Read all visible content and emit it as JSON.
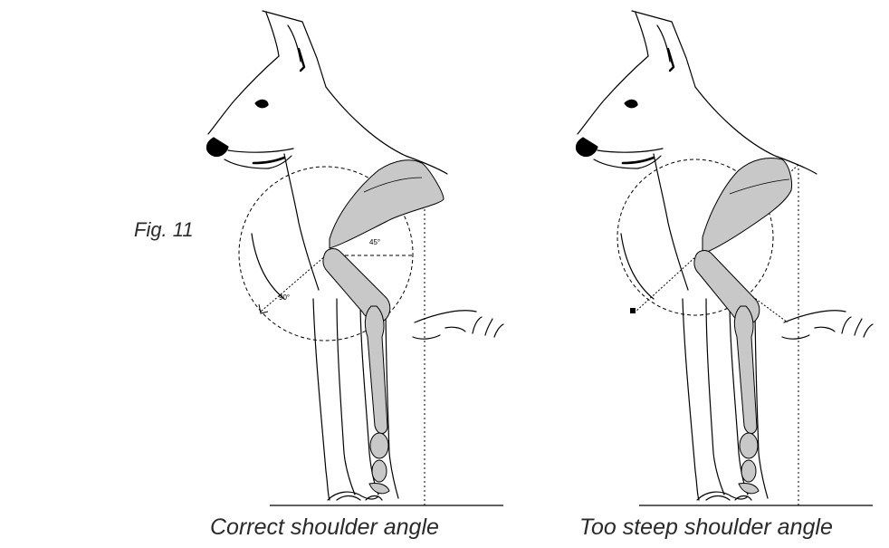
{
  "figure": {
    "label": "Fig. 11"
  },
  "panels": [
    {
      "caption": "Correct shoulder angle",
      "upper_angle": "45°",
      "lower_angle": "90°"
    },
    {
      "caption": "Too steep shoulder angle"
    }
  ],
  "colors": {
    "bone_fill": "#c8c8c8",
    "outline": "#000000",
    "background": "#ffffff"
  }
}
